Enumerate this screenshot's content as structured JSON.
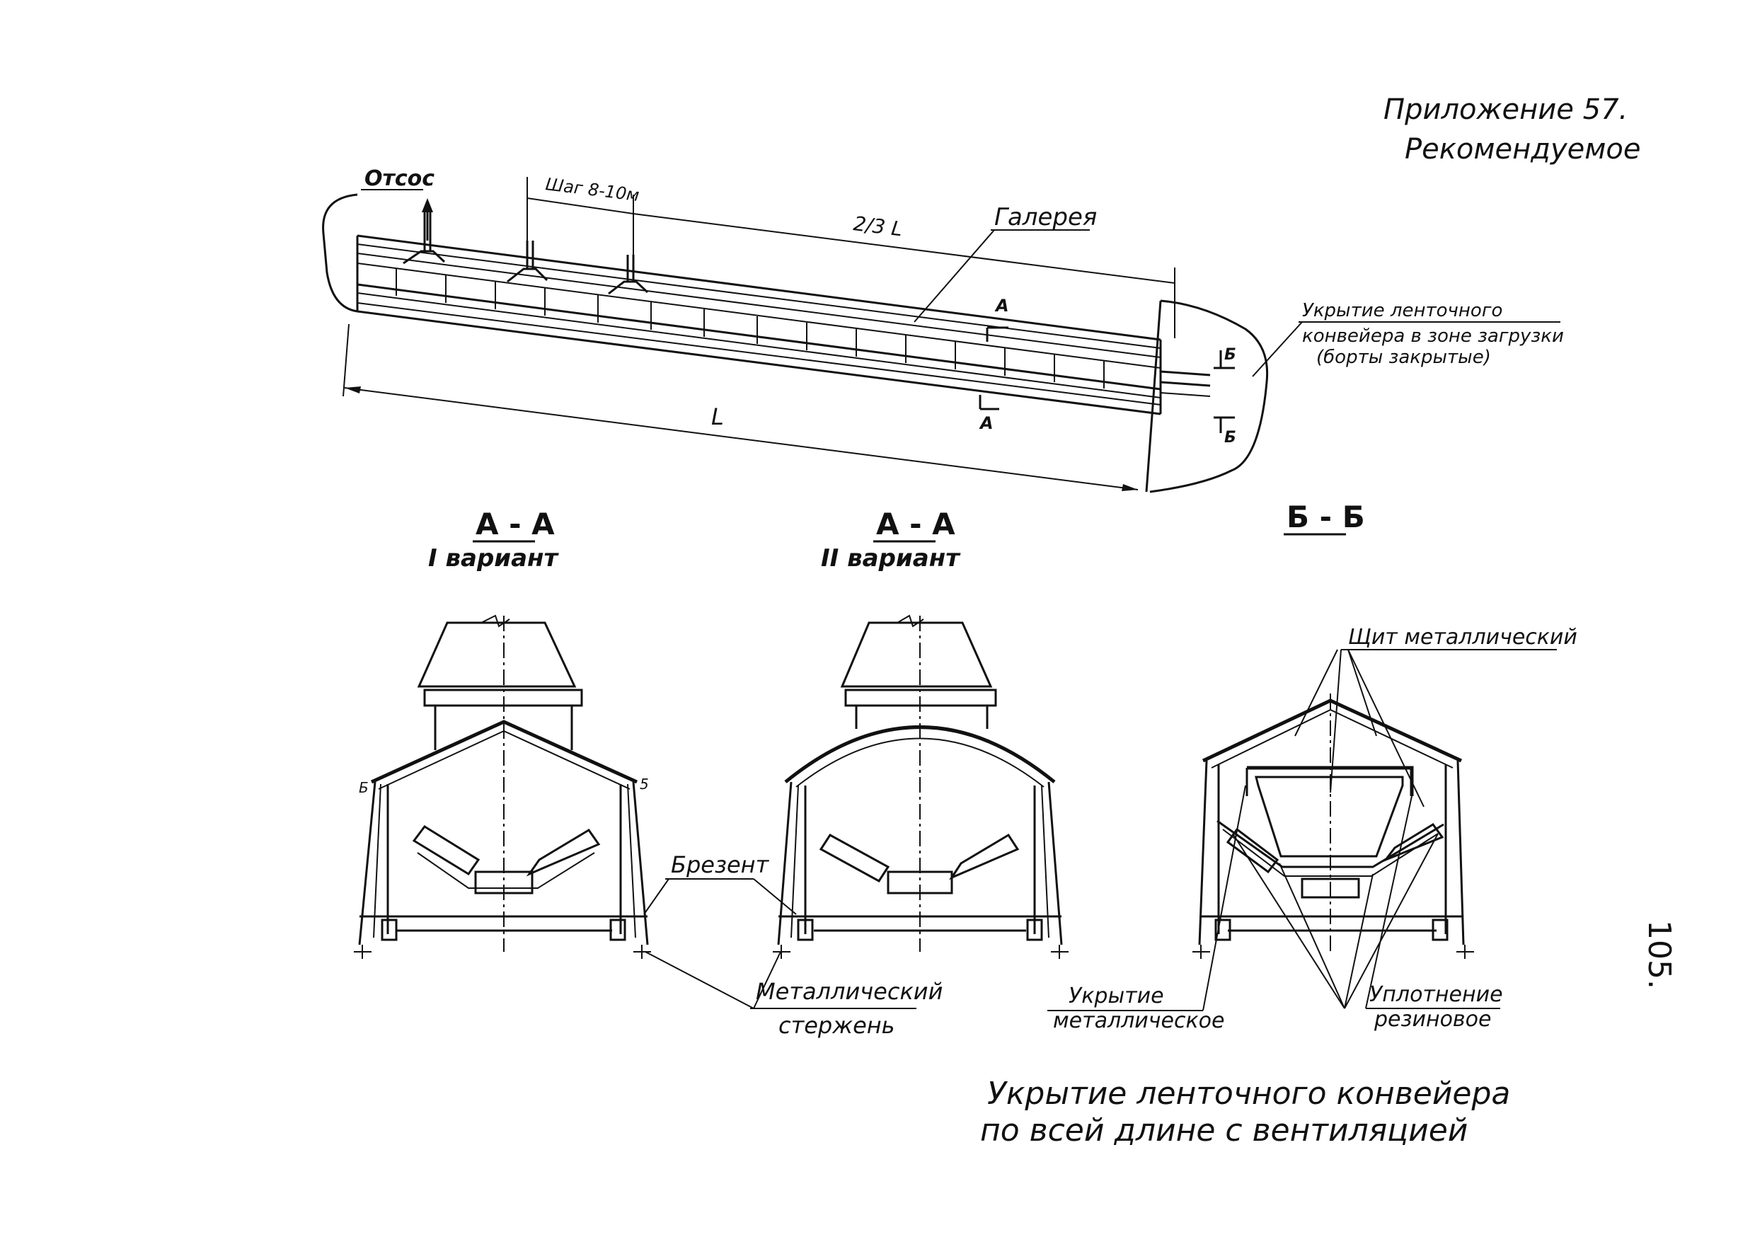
{
  "header": {
    "appendix": "Приложение 57.",
    "status": "Рекомендуемое"
  },
  "gallery_view": {
    "label_suction": "Отсос",
    "label_step": "Шаг 8-10м",
    "label_two_thirds_L": "2/3 L",
    "label_gallery": "Галерея",
    "label_L": "L",
    "section_mark_A": "А",
    "section_mark_B": "Б",
    "loading_zone_note": [
      "Укрытие ленточного",
      "конвейера в зоне загрузки",
      "(борты закрытые)"
    ]
  },
  "sections": {
    "aa1_title": "А - А",
    "aa1_subtitle": "I вариант",
    "aa2_title": "А - А",
    "aa2_subtitle": "II вариант",
    "bb_title": "Б - Б"
  },
  "callouts": {
    "tarpaulin": "Брезент",
    "metal_rod": [
      "Металлический",
      "стержень"
    ],
    "metal_shield": "Щит металлический",
    "metal_cover": [
      "Укрытие",
      "металлическое"
    ],
    "rubber_seal": [
      "Уплотнение",
      "резиновое"
    ]
  },
  "caption": [
    "Укрытие ленточного конвейера",
    "по всей длине с вентиляцией"
  ],
  "page_number": "105."
}
